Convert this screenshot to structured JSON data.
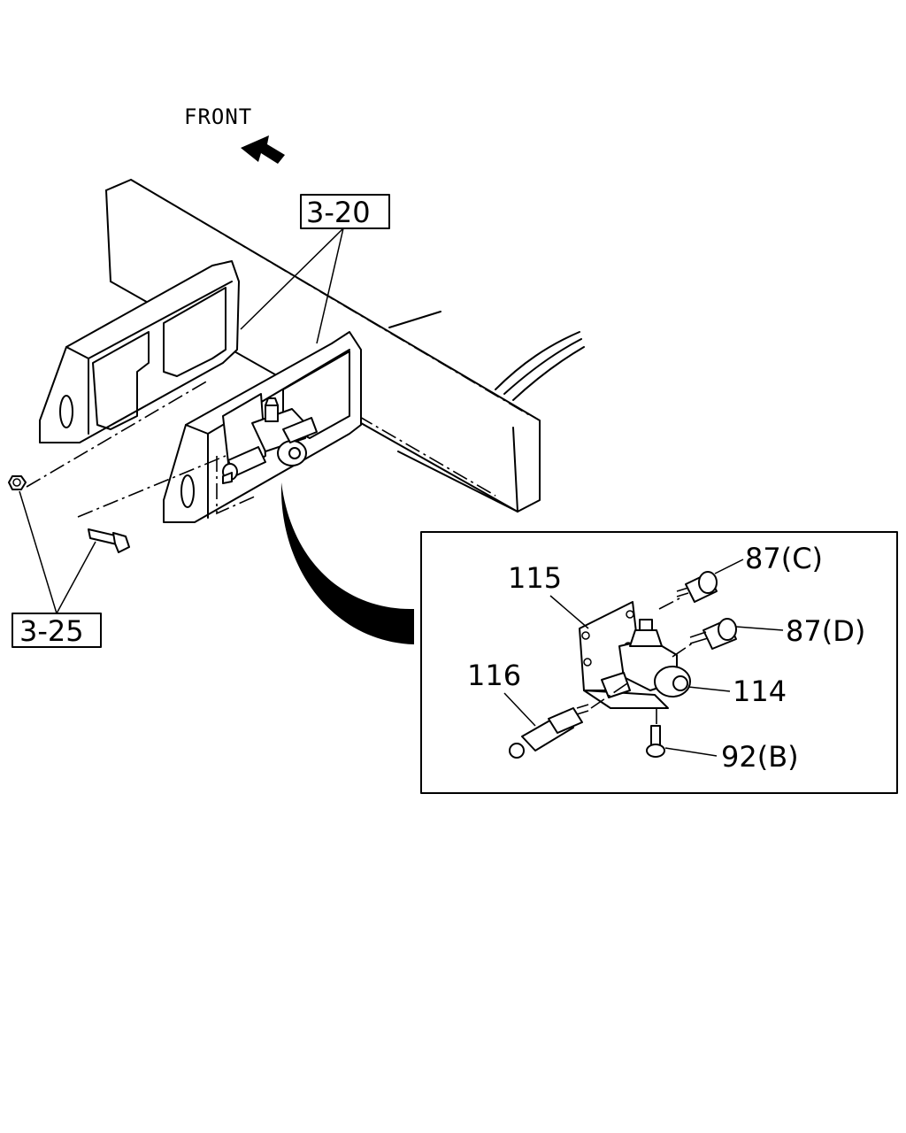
{
  "direction": {
    "label": "FRONT",
    "icon": "arrow-left-icon"
  },
  "references": {
    "ref_a": "3-20",
    "ref_b": "3-25"
  },
  "detail_callouts": {
    "p115": "115",
    "p116": "116",
    "p114": "114",
    "p87c": "87(C)",
    "p87d": "87(D)",
    "p92b": "92(B)"
  },
  "colors": {
    "ink": "#000000",
    "paper": "#ffffff"
  }
}
